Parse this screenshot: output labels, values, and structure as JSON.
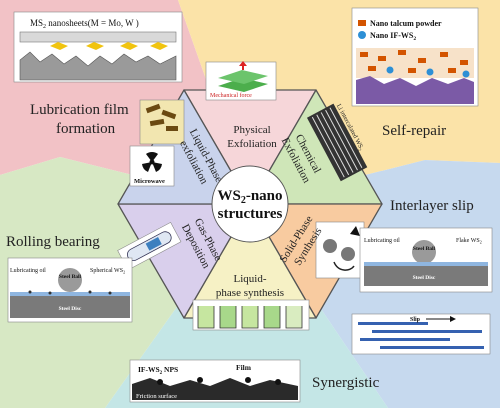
{
  "center": {
    "line1": "WS",
    "sub": "2",
    "line1_suffix": "-nano",
    "line2": "structures"
  },
  "hexagon": {
    "physical": {
      "line1": "Physical",
      "line2": "Exfoliation",
      "inset_label": "Mechanical force"
    },
    "chemical": {
      "line1": "Chemical",
      "line2": "Exfoliation",
      "inset_label": "Li intercalated WS",
      "inset_sub": "2"
    },
    "solid": {
      "line1": "Solid-Phase",
      "line2": "Synthesis"
    },
    "liquid_synth": {
      "line1": "Liquid-",
      "line2": "phase synthesis"
    },
    "gas": {
      "line1": "Gas-Phase",
      "line2": "Deposition"
    },
    "liquid_exfol": {
      "line1": "Liquid-Phase",
      "line2": "exfoliation",
      "inset_label": "Microwave"
    }
  },
  "sectors": {
    "lubrication": {
      "line1": "Lubrication film",
      "line2": "formation",
      "inset_title": "MS",
      "inset_sub": "2",
      "inset_title_suffix": " nanosheets(M = Mo, W )"
    },
    "self_repair": {
      "title": "Self-repair",
      "legend1": "Nano talcum powder",
      "legend2_prefix": "Nano IF-WS",
      "legend2_sub": "2"
    },
    "interlayer": {
      "title": "Interlayer slip",
      "label_oil": "Lubricating oil",
      "label_ball": "Steel Ball",
      "label_flake": "Flake WS",
      "label_flake_sub": "2",
      "label_disc": "Steel Disc",
      "label_slip": "Slip"
    },
    "synergistic": {
      "title": "Synergistic",
      "label_np": "IF-WS",
      "label_np_sub": "2",
      "label_np_suffix": " NPS",
      "label_film": "Film",
      "label_surface": "Friction surface"
    },
    "rolling": {
      "title": "Rolling bearing",
      "label_oil": "Lubricating oil",
      "label_ball": "Steel Ball",
      "label_spherical": "Spherical WS",
      "label_spherical_sub": "2",
      "label_disc": "Steel Disc"
    }
  },
  "colors": {
    "pink": "#f2c2c6",
    "peach": "#fbe3a8",
    "blue": "#c6d9ee",
    "teal": "#c4e6e6",
    "green": "#d7e8c4",
    "hex_pink": "#f6d6d9",
    "hex_green": "#cfe6b8",
    "hex_orange": "#f8cba0",
    "hex_yellow": "#f6f1c5",
    "hex_purple": "#d9cfec",
    "hex_blue": "#c9d3ec"
  }
}
